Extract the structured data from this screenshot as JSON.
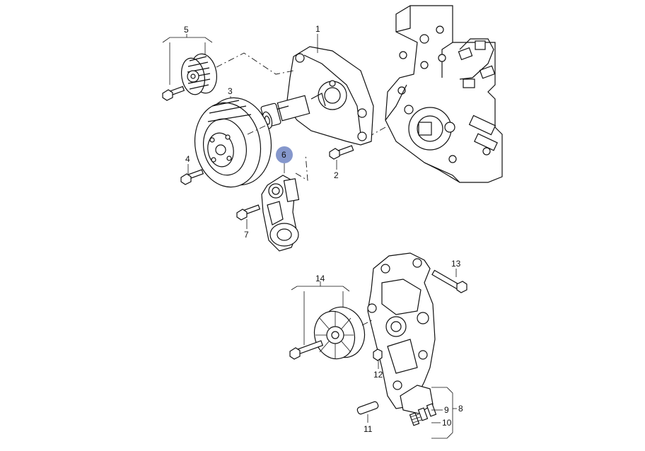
{
  "callouts": {
    "c1": "1",
    "c2": "2",
    "c3": "3",
    "c4": "4",
    "c5": "5",
    "c6": "6",
    "c7": "7",
    "c8": "8",
    "c9": "9",
    "c10": "10",
    "c11": "11",
    "c12": "12",
    "c13": "13",
    "c14": "14"
  },
  "selected_callout": "6",
  "colors": {
    "highlight": "#8597cc",
    "line": "#111111",
    "background": "#ffffff"
  }
}
